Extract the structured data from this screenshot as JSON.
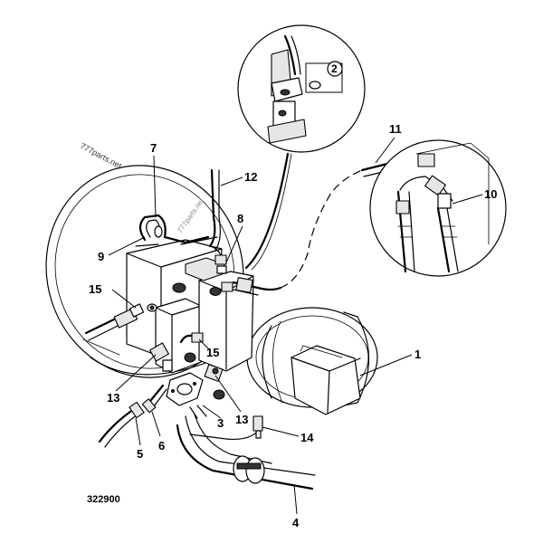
{
  "diagram": {
    "drawing_number": "322900",
    "watermark": "777parts.net",
    "watermark_faint": "777parts.net",
    "callouts": [
      {
        "id": "c1",
        "label": "1"
      },
      {
        "id": "c3",
        "label": "3"
      },
      {
        "id": "c4",
        "label": "4"
      },
      {
        "id": "c5",
        "label": "5"
      },
      {
        "id": "c6",
        "label": "6"
      },
      {
        "id": "c7",
        "label": "7"
      },
      {
        "id": "c8",
        "label": "8"
      },
      {
        "id": "c9",
        "label": "9"
      },
      {
        "id": "c10",
        "label": "10"
      },
      {
        "id": "c11",
        "label": "11"
      },
      {
        "id": "c12",
        "label": "12"
      },
      {
        "id": "c13a",
        "label": "13"
      },
      {
        "id": "c13b",
        "label": "13"
      },
      {
        "id": "c14",
        "label": "14"
      },
      {
        "id": "c15a",
        "label": "15"
      },
      {
        "id": "c15b",
        "label": "15"
      }
    ],
    "inset_top": {
      "callout": "2"
    }
  }
}
